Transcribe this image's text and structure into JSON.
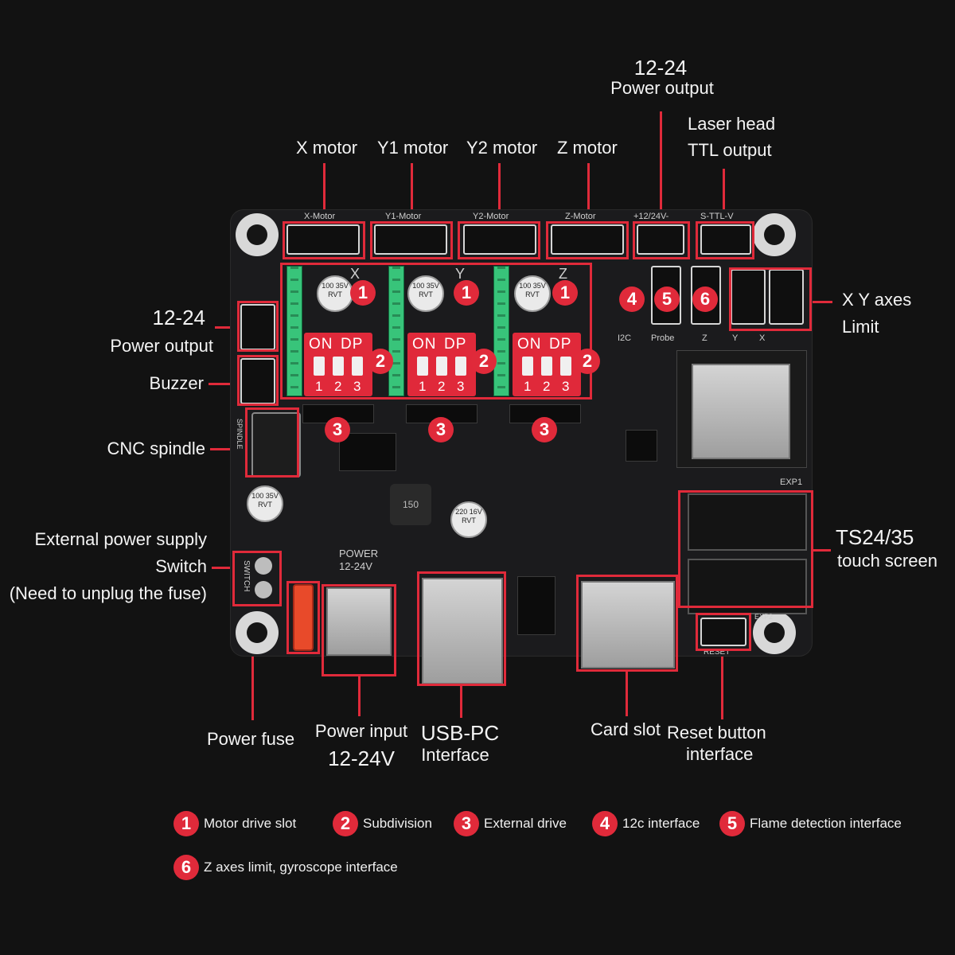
{
  "labels": {
    "power_output_top_1": "12-24",
    "power_output_top_2": "Power output",
    "laser_head_1": "Laser head",
    "laser_head_2": "TTL output",
    "x_motor": "X motor",
    "y1_motor": "Y1 motor",
    "y2_motor": "Y2 motor",
    "z_motor": "Z motor",
    "xy_limit_1": "X  Y axes",
    "xy_limit_2": "Limit",
    "power_output_left_1": "12-24",
    "power_output_left_2": "Power output",
    "buzzer": "Buzzer",
    "cnc_spindle": "CNC spindle",
    "ext_power_1": "External power supply",
    "ext_power_2": "Switch",
    "ext_power_3": "(Need to unplug the fuse)",
    "ts_1": "TS24/35",
    "ts_2": "touch screen",
    "power_fuse": "Power fuse",
    "power_input_1": "Power input",
    "power_input_2": "12-24V",
    "usb_1": "USB-PC",
    "usb_2": "Interface",
    "card_slot": "Card slot",
    "reset_1": "Reset button",
    "reset_2": "interface"
  },
  "board": {
    "silk_x_motor": "X-Motor",
    "silk_y1_motor": "Y1-Motor",
    "silk_y2_motor": "Y2-Motor",
    "silk_z_motor": "Z-Motor",
    "silk_12_24v": "+12/24V-",
    "silk_s_ttl": "S-TTL-V",
    "silk_x": "X",
    "silk_y": "Y",
    "silk_z": "Z",
    "dip_on": "ON",
    "dip_dp": "DP",
    "dip_1": "1",
    "dip_2": "2",
    "dip_3": "3",
    "silk_i2c": "I2C",
    "silk_probe": "Probe",
    "silk_z_lim": "Z",
    "silk_y_lim": "Y",
    "silk_x_lim": "X",
    "silk_exp1": "EXP1",
    "silk_exp2": "EXP2",
    "silk_reset": "RESET",
    "silk_power": "POWER",
    "silk_power_v": "12-24V",
    "silk_switch": "SWITCH",
    "silk_spindle": "SPINDLE",
    "cap_text": "100 35V RVT",
    "cap_small_text": "220 16V RVT",
    "inductor": "150"
  },
  "badges": {
    "b1": "1",
    "b2": "2",
    "b3": "3",
    "b4": "4",
    "b5": "5",
    "b6": "6"
  },
  "legend": [
    {
      "num": "1",
      "text": "Motor drive slot"
    },
    {
      "num": "2",
      "text": "Subdivision"
    },
    {
      "num": "3",
      "text": "External drive"
    },
    {
      "num": "4",
      "text": "12c interface"
    },
    {
      "num": "5",
      "text": "Flame detection interface"
    },
    {
      "num": "6",
      "text": "Z axes limit, gyroscope interface"
    }
  ],
  "colors": {
    "accent": "#e02a3a",
    "background": "#121212",
    "board": "#1b1b1d"
  }
}
